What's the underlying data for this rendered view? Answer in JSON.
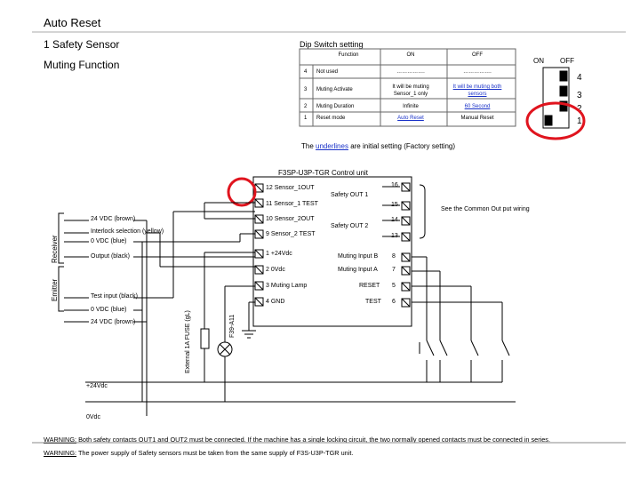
{
  "header": {
    "title": "Auto Reset",
    "subtitle": "1 Safety Sensor",
    "muting": "Muting Function",
    "dip_title": "Dip Switch setting"
  },
  "dip_table": {
    "headers": [
      "Function",
      "ON",
      "OFF"
    ],
    "rows": [
      {
        "num": "4",
        "func": "Not used",
        "on": "…………….",
        "off": "…………….",
        "on_link": false,
        "off_link": false
      },
      {
        "num": "3",
        "func": "Muting Activate",
        "on": "It will be muting Sensor_1 only",
        "off": "It will be muting both sensors",
        "on_link": false,
        "off_link": true
      },
      {
        "num": "2",
        "func": "Muting Duration",
        "on": "Infinite",
        "off": "60 Second",
        "on_link": false,
        "off_link": true
      },
      {
        "num": "1",
        "func": "Reset mode",
        "on": "Auto Reset",
        "off": "Manual Reset",
        "on_link": true,
        "off_link": false
      }
    ]
  },
  "dip_switch": {
    "on": "ON",
    "off": "OFF",
    "numbers": [
      "4",
      "3",
      "2",
      "1"
    ]
  },
  "note": {
    "prefix": "The",
    "link": "underlines",
    "suffix": "are initial setting (Factory setting)"
  },
  "unit": {
    "title": "F3SP-U3P-TGR Control unit",
    "left_terminals": [
      {
        "num": "12",
        "label": "Sensor_1OUT"
      },
      {
        "num": "11",
        "label": "Sensor_1 TEST"
      },
      {
        "num": "10",
        "label": "Sensor_2OUT"
      },
      {
        "num": "9",
        "label": "Sensor_2 TEST"
      },
      {
        "num": "1",
        "label": "+24Vdc"
      },
      {
        "num": "2",
        "label": "0Vdc"
      },
      {
        "num": "3",
        "label": "Muting Lamp"
      },
      {
        "num": "4",
        "label": "GND"
      }
    ],
    "right_terminals": [
      "16",
      "15",
      "14",
      "13"
    ],
    "safety_out1": "Safety OUT 1",
    "safety_out2": "Safety OUT 2",
    "inputs": [
      {
        "label": "Muting Input B",
        "num": "8"
      },
      {
        "label": "Muting Input A",
        "num": "7"
      },
      {
        "label": "RESET",
        "num": "5"
      },
      {
        "label": "TEST",
        "num": "6"
      }
    ]
  },
  "common_out": "See the Common Out put wiring",
  "receiver": {
    "label": "Receiver",
    "wires": [
      "24 VDC (brown)",
      "Interlock selection (yellow)",
      "0 VDC (blue)",
      "Output (black)"
    ]
  },
  "emitter": {
    "label": "Emitter",
    "wires": [
      "Test input (black)",
      "0 VDC (blue)",
      "24 VDC (brown)"
    ]
  },
  "fuse_label": "External 1A FUSE (gL)",
  "f39_label": "F39-A11",
  "supply": {
    "plus": "+24Vdc",
    "zero": "0Vdc"
  },
  "warnings": [
    {
      "head": "WARNING:",
      "text": "Both safety contacts OUT1 and OUT2 must be connected. If the machine has a single locking circuit, the two normally opened contacts must be connected in series."
    },
    {
      "head": "WARNING:",
      "text": "The power supply of Safety sensors must be taken from the same supply of F3S-U3P-TGR unit."
    }
  ],
  "colors": {
    "link": "#1a32c8",
    "highlight": "#e0141e"
  }
}
